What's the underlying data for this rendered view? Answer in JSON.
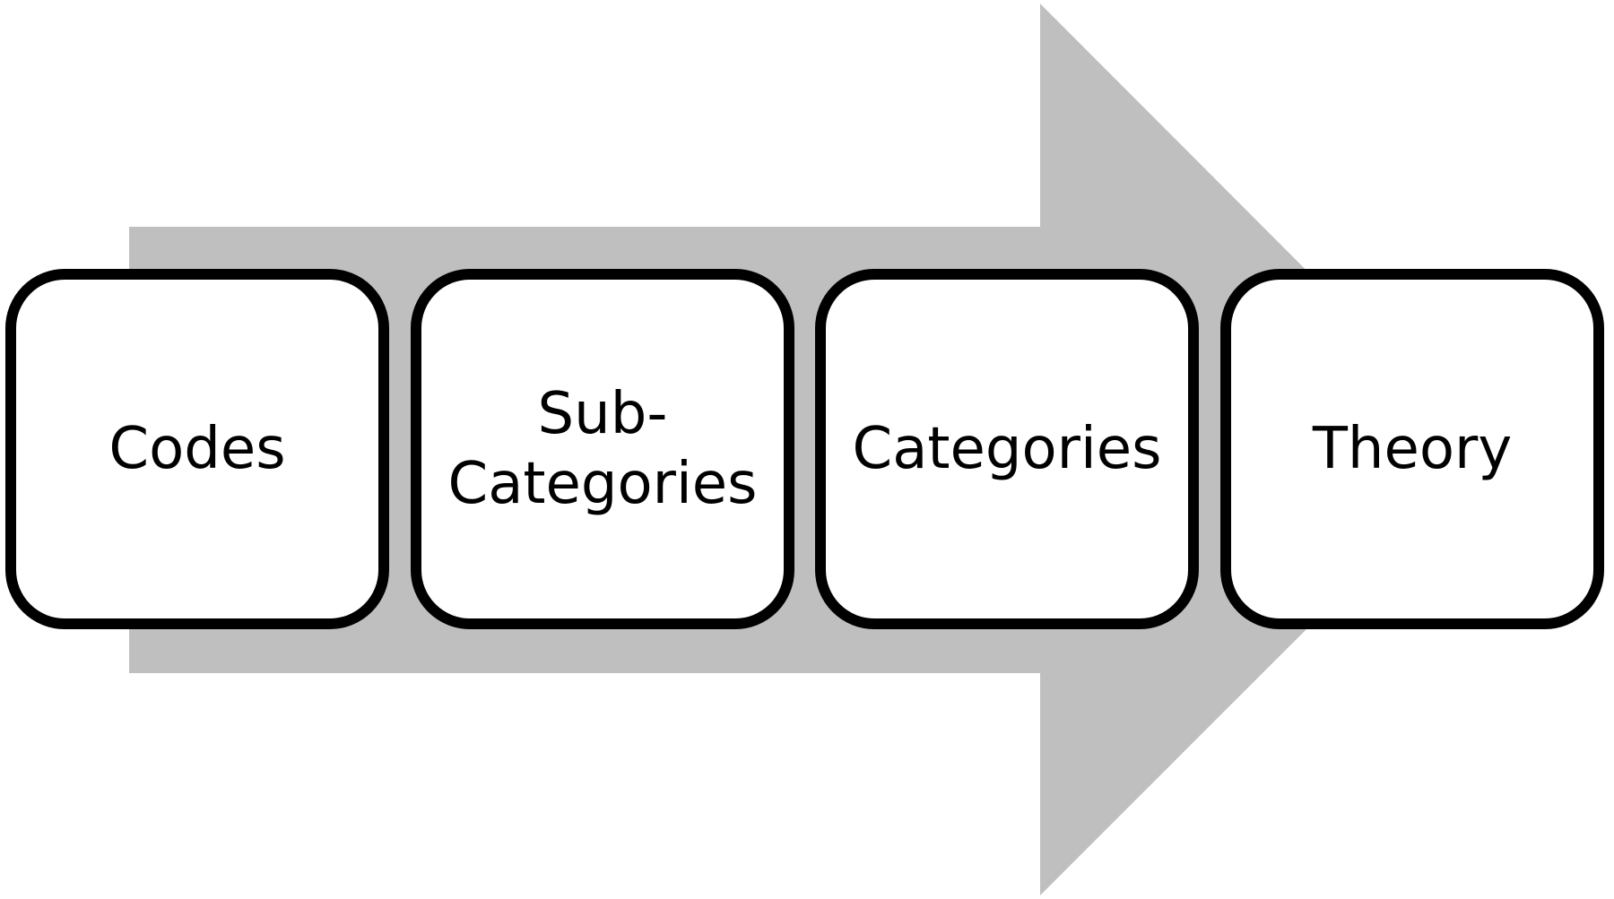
{
  "diagram": {
    "type": "process-flow",
    "arrow_color": "#bfbfbf",
    "box_border_color": "#000000",
    "box_fill_color": "#ffffff",
    "steps": [
      {
        "label": "Codes"
      },
      {
        "label": "Sub-\nCategories"
      },
      {
        "label": "Categories"
      },
      {
        "label": "Theory"
      }
    ]
  }
}
